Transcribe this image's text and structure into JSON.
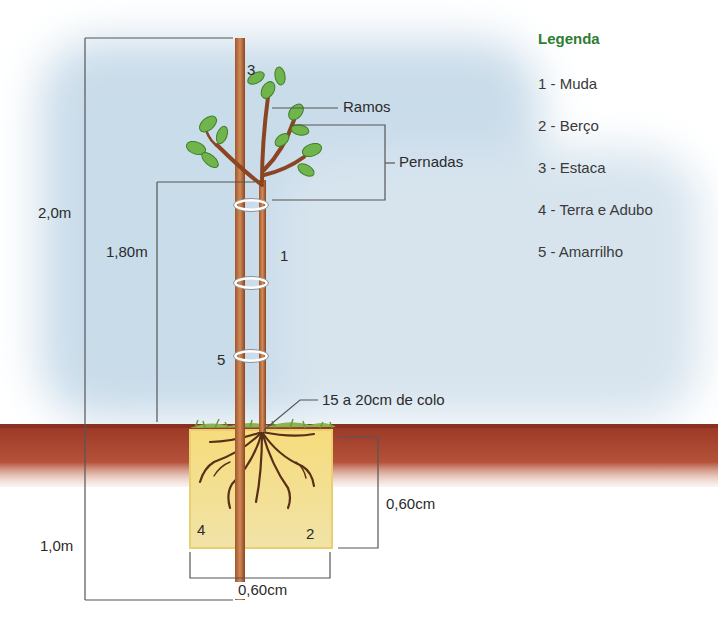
{
  "diagram": {
    "labels": [
      "Ramos",
      "Pernadas",
      "2,0m",
      "1,80m",
      "3",
      "1",
      "5",
      "15 a 20cm de colo",
      "1,0m",
      "0,60cm",
      "4",
      "2",
      "0,60cm",
      "Legenda"
    ],
    "legend": [
      {
        "text": "1 - Muda"
      },
      {
        "text": "2 - Berço"
      },
      {
        "text": "3 - Estaca"
      },
      {
        "text": "4 - Terra e Adubo"
      },
      {
        "text": "5 - Amarrilho"
      }
    ]
  }
}
